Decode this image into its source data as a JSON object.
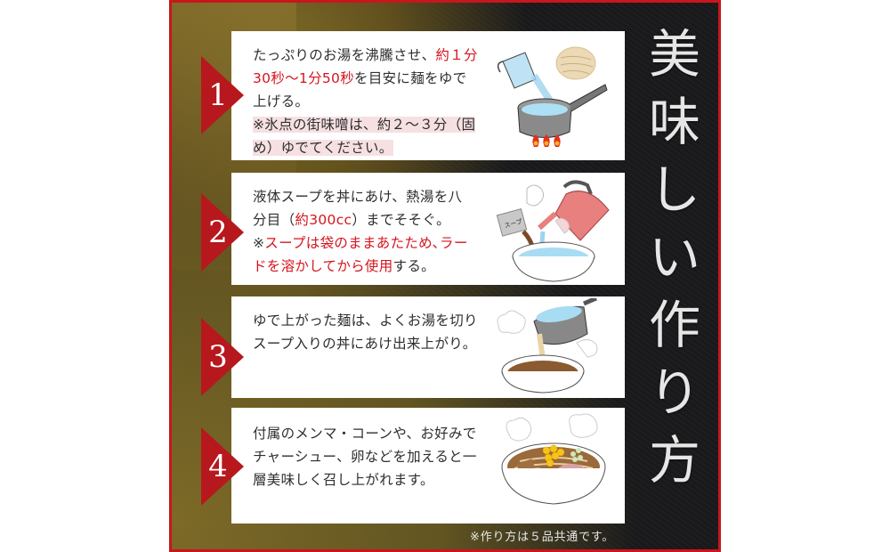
{
  "title": {
    "chars": [
      "美",
      "味",
      "し",
      "い",
      "作",
      "り",
      "方"
    ],
    "text": "美味しい作り方"
  },
  "steps": [
    {
      "number": "1",
      "lines": [
        {
          "segments": [
            {
              "text": "たっぷりのお湯を沸騰させ、",
              "style": "normal"
            },
            {
              "text": "約１分",
              "style": "red"
            }
          ]
        },
        {
          "segments": [
            {
              "text": "30秒〜1分50秒",
              "style": "red"
            },
            {
              "text": "を目安に麺をゆで",
              "style": "normal"
            }
          ]
        },
        {
          "segments": [
            {
              "text": "上げる。",
              "style": "normal"
            }
          ]
        },
        {
          "segments": [
            {
              "text": "※氷点の街味噌は、約２〜３分（固",
              "style": "highlight"
            }
          ]
        },
        {
          "segments": [
            {
              "text": "め）ゆでてください。",
              "style": "highlight"
            }
          ]
        }
      ],
      "illustration": "pot-boiling-water-with-noodles-icon"
    },
    {
      "number": "2",
      "lines": [
        {
          "segments": [
            {
              "text": "液体スープを丼にあけ、熱湯を八",
              "style": "normal"
            }
          ]
        },
        {
          "segments": [
            {
              "text": "分目（",
              "style": "normal"
            },
            {
              "text": "約300cc",
              "style": "red"
            },
            {
              "text": "）までそそぐ。",
              "style": "normal"
            }
          ]
        },
        {
          "segments": [
            {
              "text": "※",
              "style": "normal"
            },
            {
              "text": "スープは袋のままあたため､ラー",
              "style": "red"
            }
          ]
        },
        {
          "segments": [
            {
              "text": "ドを溶かしてから使用",
              "style": "red"
            },
            {
              "text": "する。",
              "style": "normal"
            }
          ]
        }
      ],
      "illustration": "kettle-pouring-soup-bowl-icon",
      "packet_label": "スープ"
    },
    {
      "number": "3",
      "lines": [
        {
          "segments": [
            {
              "text": "ゆで上がった麺は、よくお湯を切り",
              "style": "normal"
            }
          ]
        },
        {
          "segments": [
            {
              "text": "スープ入りの丼にあけ出来上がり。",
              "style": "normal"
            }
          ]
        }
      ],
      "illustration": "pot-draining-noodles-into-bowl-icon"
    },
    {
      "number": "4",
      "lines": [
        {
          "segments": [
            {
              "text": "付属のメンマ・コーンや、お好みで",
              "style": "normal"
            }
          ]
        },
        {
          "segments": [
            {
              "text": "チャーシュー、卵などを加えると一",
              "style": "normal"
            }
          ]
        },
        {
          "segments": [
            {
              "text": "層美味しく召し上がれます。",
              "style": "normal"
            }
          ]
        }
      ],
      "illustration": "finished-ramen-bowl-icon"
    }
  ],
  "footnote": "※作り方は５品共通です。",
  "colors": {
    "frame": "#c8161d",
    "accent_red": "#d4151e",
    "arrow": "#b7181d",
    "highlight": "#f6e0e2",
    "background": "#1a1a1c",
    "gold": "#8a7430"
  }
}
